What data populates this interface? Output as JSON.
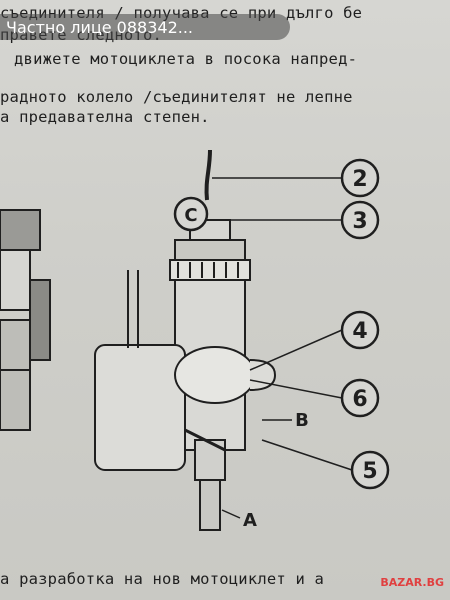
{
  "overlay": {
    "text": "Частно лице 088342..."
  },
  "lines": [
    "съединителя / получава се при дълго бе",
    "правете следното.",
    "движете мотоциклета в посока напред-",
    "радното колело /съединителят не лепне",
    "а предавателна степен."
  ],
  "callouts": [
    "2",
    "3",
    "4",
    "6",
    "5"
  ],
  "letter_labels": [
    "C",
    "B",
    "A"
  ],
  "bottom_line": "а разработка на нов мотоциклет и а",
  "watermark": "BAZAR.BG",
  "colors": {
    "paper": "#cfcfca",
    "ink": "#1f1f1f",
    "overlay": "#464646"
  }
}
